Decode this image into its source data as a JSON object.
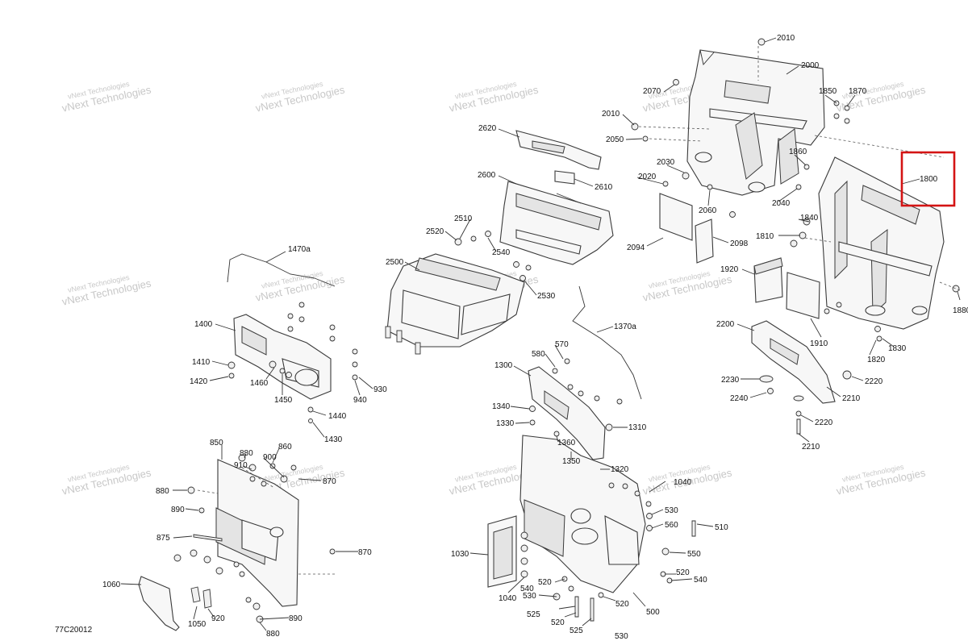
{
  "diagram": {
    "code": "77C20012",
    "watermark": [
      "vNext Technologies",
      "vNext Technologies"
    ],
    "highlight_label": "1800",
    "callouts": [
      {
        "id": "c2010a",
        "text": "2010"
      },
      {
        "id": "c2000",
        "text": "2000"
      },
      {
        "id": "c2070",
        "text": "2070"
      },
      {
        "id": "c1850",
        "text": "1850"
      },
      {
        "id": "c1870",
        "text": "1870"
      },
      {
        "id": "c2010b",
        "text": "2010"
      },
      {
        "id": "c2050",
        "text": "2050"
      },
      {
        "id": "c1860",
        "text": "1860"
      },
      {
        "id": "c2030",
        "text": "2030"
      },
      {
        "id": "c2020",
        "text": "2020"
      },
      {
        "id": "c2060",
        "text": "2060"
      },
      {
        "id": "c2040",
        "text": "2040"
      },
      {
        "id": "c1800",
        "text": "1800"
      },
      {
        "id": "c1840",
        "text": "1840"
      },
      {
        "id": "c1810",
        "text": "1810"
      },
      {
        "id": "c2094",
        "text": "2094"
      },
      {
        "id": "c2098",
        "text": "2098"
      },
      {
        "id": "c1920",
        "text": "1920"
      },
      {
        "id": "c1880",
        "text": "1880"
      },
      {
        "id": "c2200",
        "text": "2200"
      },
      {
        "id": "c1910",
        "text": "1910"
      },
      {
        "id": "c1820",
        "text": "1820"
      },
      {
        "id": "c1830",
        "text": "1830"
      },
      {
        "id": "c2230",
        "text": "2230"
      },
      {
        "id": "c2220a",
        "text": "2220"
      },
      {
        "id": "c2240",
        "text": "2240"
      },
      {
        "id": "c2210a",
        "text": "2210"
      },
      {
        "id": "c2220b",
        "text": "2220"
      },
      {
        "id": "c2210b",
        "text": "2210"
      },
      {
        "id": "c2620",
        "text": "2620"
      },
      {
        "id": "c2600",
        "text": "2600"
      },
      {
        "id": "c2610",
        "text": "2610"
      },
      {
        "id": "c2510",
        "text": "2510"
      },
      {
        "id": "c2520",
        "text": "2520"
      },
      {
        "id": "c2540",
        "text": "2540"
      },
      {
        "id": "c2500",
        "text": "2500"
      },
      {
        "id": "c2530",
        "text": "2530"
      },
      {
        "id": "c1470a",
        "text": "1470a"
      },
      {
        "id": "c1400",
        "text": "1400"
      },
      {
        "id": "c1410",
        "text": "1410"
      },
      {
        "id": "c1420",
        "text": "1420"
      },
      {
        "id": "c1460",
        "text": "1460"
      },
      {
        "id": "c1450",
        "text": "1450"
      },
      {
        "id": "c940",
        "text": "940"
      },
      {
        "id": "c930",
        "text": "930"
      },
      {
        "id": "c1440",
        "text": "1440"
      },
      {
        "id": "c1430",
        "text": "1430"
      },
      {
        "id": "c1370a",
        "text": "1370a"
      },
      {
        "id": "c570",
        "text": "570"
      },
      {
        "id": "c580",
        "text": "580"
      },
      {
        "id": "c1300",
        "text": "1300"
      },
      {
        "id": "c1340",
        "text": "1340"
      },
      {
        "id": "c1330",
        "text": "1330"
      },
      {
        "id": "c1310",
        "text": "1310"
      },
      {
        "id": "c1360",
        "text": "1360"
      },
      {
        "id": "c1350",
        "text": "1350"
      },
      {
        "id": "c1320",
        "text": "1320"
      },
      {
        "id": "c850",
        "text": "850"
      },
      {
        "id": "c880a",
        "text": "880"
      },
      {
        "id": "c860",
        "text": "860"
      },
      {
        "id": "c910",
        "text": "910"
      },
      {
        "id": "c900",
        "text": "900"
      },
      {
        "id": "c870a",
        "text": "870"
      },
      {
        "id": "c880b",
        "text": "880"
      },
      {
        "id": "c890a",
        "text": "890"
      },
      {
        "id": "c875",
        "text": "875"
      },
      {
        "id": "c870b",
        "text": "870"
      },
      {
        "id": "c1060",
        "text": "1060"
      },
      {
        "id": "c1050",
        "text": "1050"
      },
      {
        "id": "c920",
        "text": "920"
      },
      {
        "id": "c890b",
        "text": "890"
      },
      {
        "id": "c880c",
        "text": "880"
      },
      {
        "id": "c1040a",
        "text": "1040"
      },
      {
        "id": "c530a",
        "text": "530"
      },
      {
        "id": "c560",
        "text": "560"
      },
      {
        "id": "c510",
        "text": "510"
      },
      {
        "id": "c550",
        "text": "550"
      },
      {
        "id": "c1030",
        "text": "1030"
      },
      {
        "id": "c520a",
        "text": "520"
      },
      {
        "id": "c540a",
        "text": "540"
      },
      {
        "id": "c540b",
        "text": "540"
      },
      {
        "id": "c520b",
        "text": "520"
      },
      {
        "id": "c1040b",
        "text": "1040"
      },
      {
        "id": "c530b",
        "text": "530"
      },
      {
        "id": "c525a",
        "text": "525"
      },
      {
        "id": "c520c",
        "text": "520"
      },
      {
        "id": "c520d",
        "text": "520"
      },
      {
        "id": "c525b",
        "text": "525"
      },
      {
        "id": "c500",
        "text": "500"
      },
      {
        "id": "c530c",
        "text": "530"
      }
    ]
  }
}
